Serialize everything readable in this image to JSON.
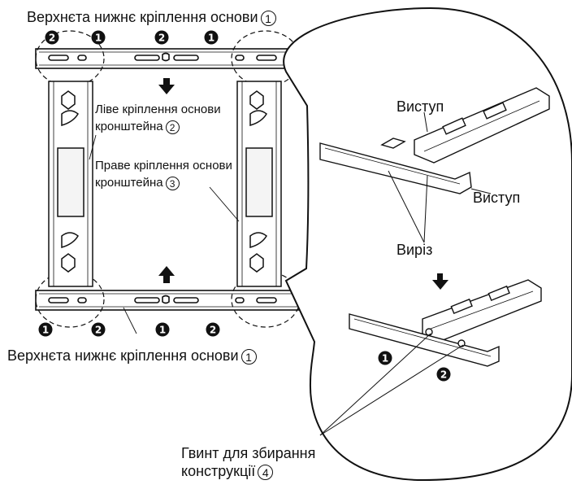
{
  "labels": {
    "top_rail_text": "Верхнєта нижнє кріплення основи",
    "top_rail_num": "1",
    "bottom_rail_text": "Верхнєта нижнє кріплення основи",
    "bottom_rail_num": "1",
    "left_bracket_line1": "Ліве кріплення основи",
    "left_bracket_line2": "кронштейна",
    "left_bracket_num": "2",
    "right_bracket_line1": "Праве кріплення основи",
    "right_bracket_line2": "кронштейна",
    "right_bracket_num": "3",
    "tab_top": "Виступ",
    "tab_side": "Виступ",
    "notch": "Виріз",
    "screw_line1": "Гвинт для збирання",
    "screw_line2": "конструкції",
    "screw_num": "4"
  },
  "markers": {
    "m1": "1",
    "m2": "2"
  }
}
